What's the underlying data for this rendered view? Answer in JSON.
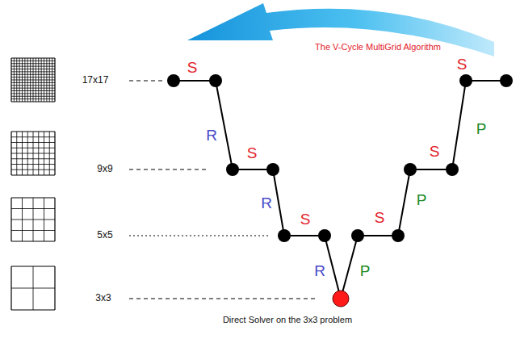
{
  "diagram": {
    "title": "The V-Cycle MultiGrid Algorithm",
    "caption": "Direct Solver on the 3x3 problem",
    "labels": [
      "17x17",
      "9x9",
      "5x5",
      "3x3",
      "S",
      "R",
      "S",
      "R",
      "S",
      "R",
      "P",
      "S",
      "P",
      "S",
      "P",
      "S"
    ]
  }
}
